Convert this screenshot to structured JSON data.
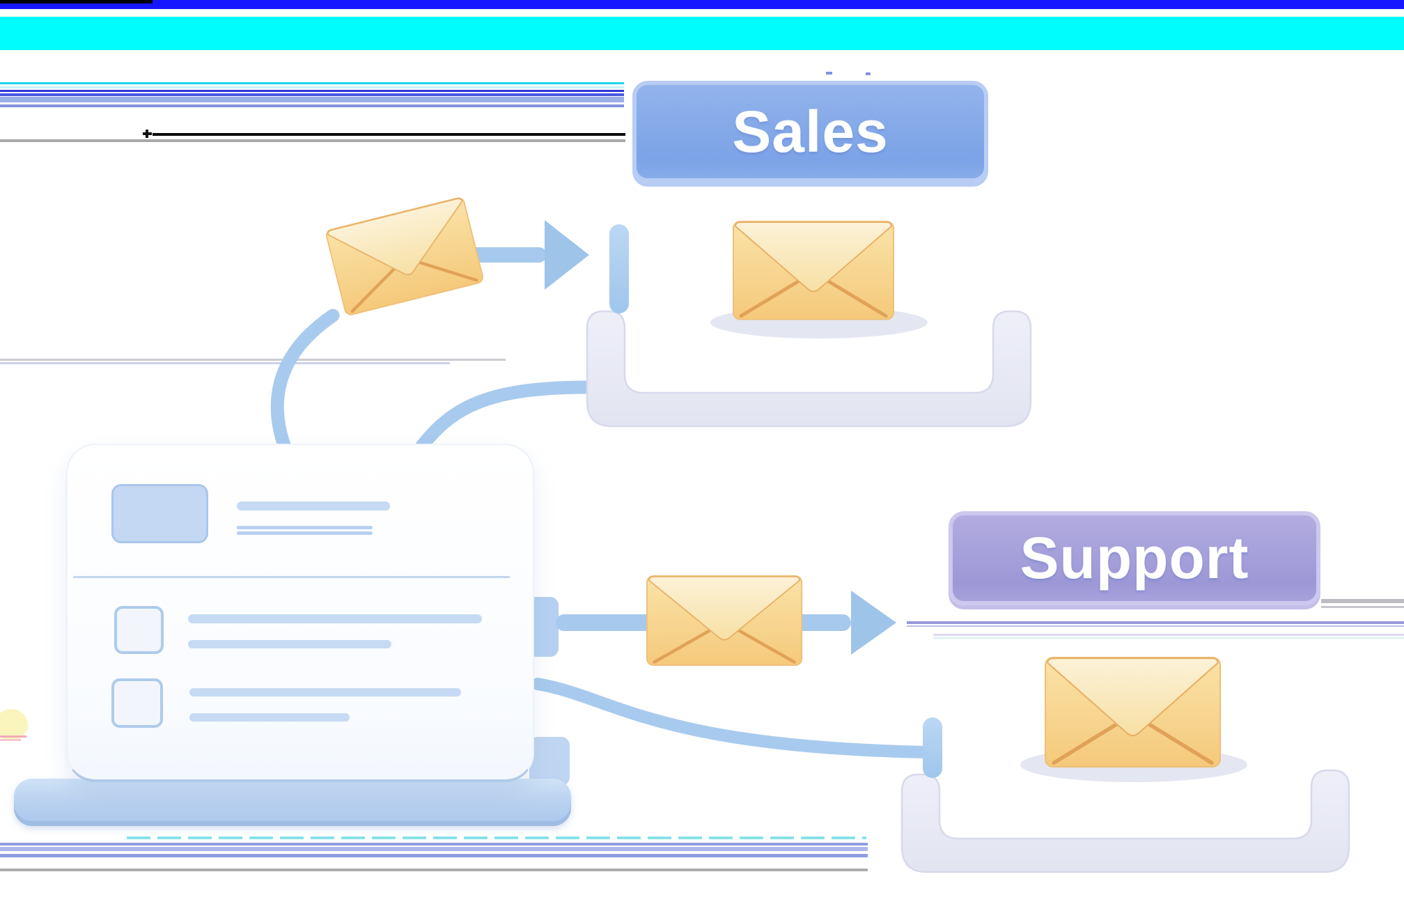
{
  "illustration": {
    "name": "email-routing-illustration",
    "departments": [
      {
        "id": "sales",
        "label": "Sales",
        "badge_color": "#7FA7E6"
      },
      {
        "id": "support",
        "label": "Support",
        "badge_color": "#A49ED9"
      }
    ],
    "colors": {
      "envelope_gold": "#F5C97B",
      "envelope_flap": "#FBEECD",
      "flow_line_blue": "#A8CAEE",
      "tray_lavender": "#E9EAF6",
      "card_white": "#FCFDFF",
      "base_blue": "#BBD3F0",
      "glitch_blue": "#1717FF",
      "glitch_cyan": "#00FDFD"
    },
    "icons": {
      "envelope": "envelope-icon",
      "arrow_right": "arrow-right-icon",
      "inbox_tray": "inbox-tray-icon",
      "slot_marker": "slot-capsule-icon",
      "form_card": "form-card",
      "laptop_base": "laptop-base"
    }
  }
}
